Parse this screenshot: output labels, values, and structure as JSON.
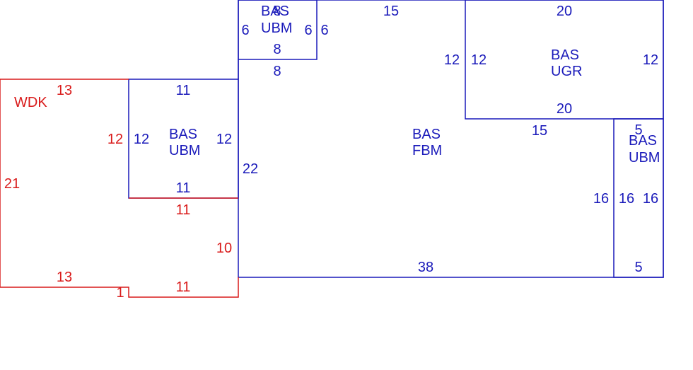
{
  "colors": {
    "building": "#1a1aba",
    "deck": "#d91a1a",
    "background": "#ffffff"
  },
  "areas": {
    "fbm": {
      "line1": "BAS",
      "line2": "FBM"
    },
    "ubm_top": {
      "line1": "BAS",
      "line2": "UBM"
    },
    "ubm_left": {
      "line1": "BAS",
      "line2": "UBM"
    },
    "ugr": {
      "line1": "BAS",
      "line2": "UGR"
    },
    "ubm_right": {
      "line1": "BAS",
      "line2": "UBM"
    },
    "wdk": {
      "label": "WDK"
    }
  },
  "dimensions": {
    "ubm_top": {
      "top": "8",
      "left": "6",
      "right_inner": "6",
      "right_outer": "6",
      "bottom_inner": "8",
      "bottom_outer": "8"
    },
    "fbm": {
      "top": "15",
      "left": "22",
      "bottom": "38",
      "ugr_gap": "15"
    },
    "ugr": {
      "top": "20",
      "left_outer": "12",
      "left_inner": "12",
      "right": "12",
      "bottom": "20"
    },
    "ubm_right": {
      "top": "5",
      "left_outer": "16",
      "left_inner": "16",
      "right": "16",
      "bottom": "5"
    },
    "ubm_left": {
      "top": "11",
      "left": "12",
      "right": "12",
      "bottom": "11"
    },
    "wdk": {
      "top": "13",
      "left_outer": "21",
      "left_inner": "12",
      "bottom_left": "13",
      "step": "1",
      "bottom_right": "11",
      "right": "10",
      "top_inner": "11"
    }
  }
}
